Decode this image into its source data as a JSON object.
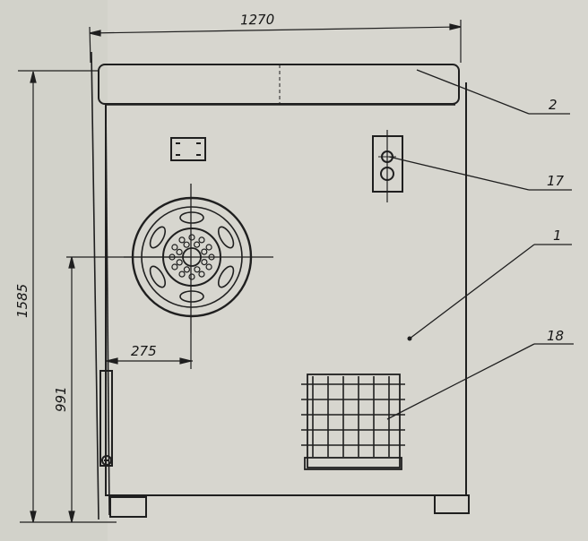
{
  "dimensions": {
    "total_width": "1270",
    "total_height": "1585",
    "wheel_center_height": "991",
    "wheel_center_offset": "275"
  },
  "callouts": [
    {
      "number": "2",
      "target": "top-panel"
    },
    {
      "number": "17",
      "target": "indicator-box"
    },
    {
      "number": "1",
      "target": "cabinet-body"
    },
    {
      "number": "18",
      "target": "grille-panel"
    }
  ],
  "colors": {
    "paper": "#d7d6cf",
    "ink": "#1f1f1f"
  }
}
